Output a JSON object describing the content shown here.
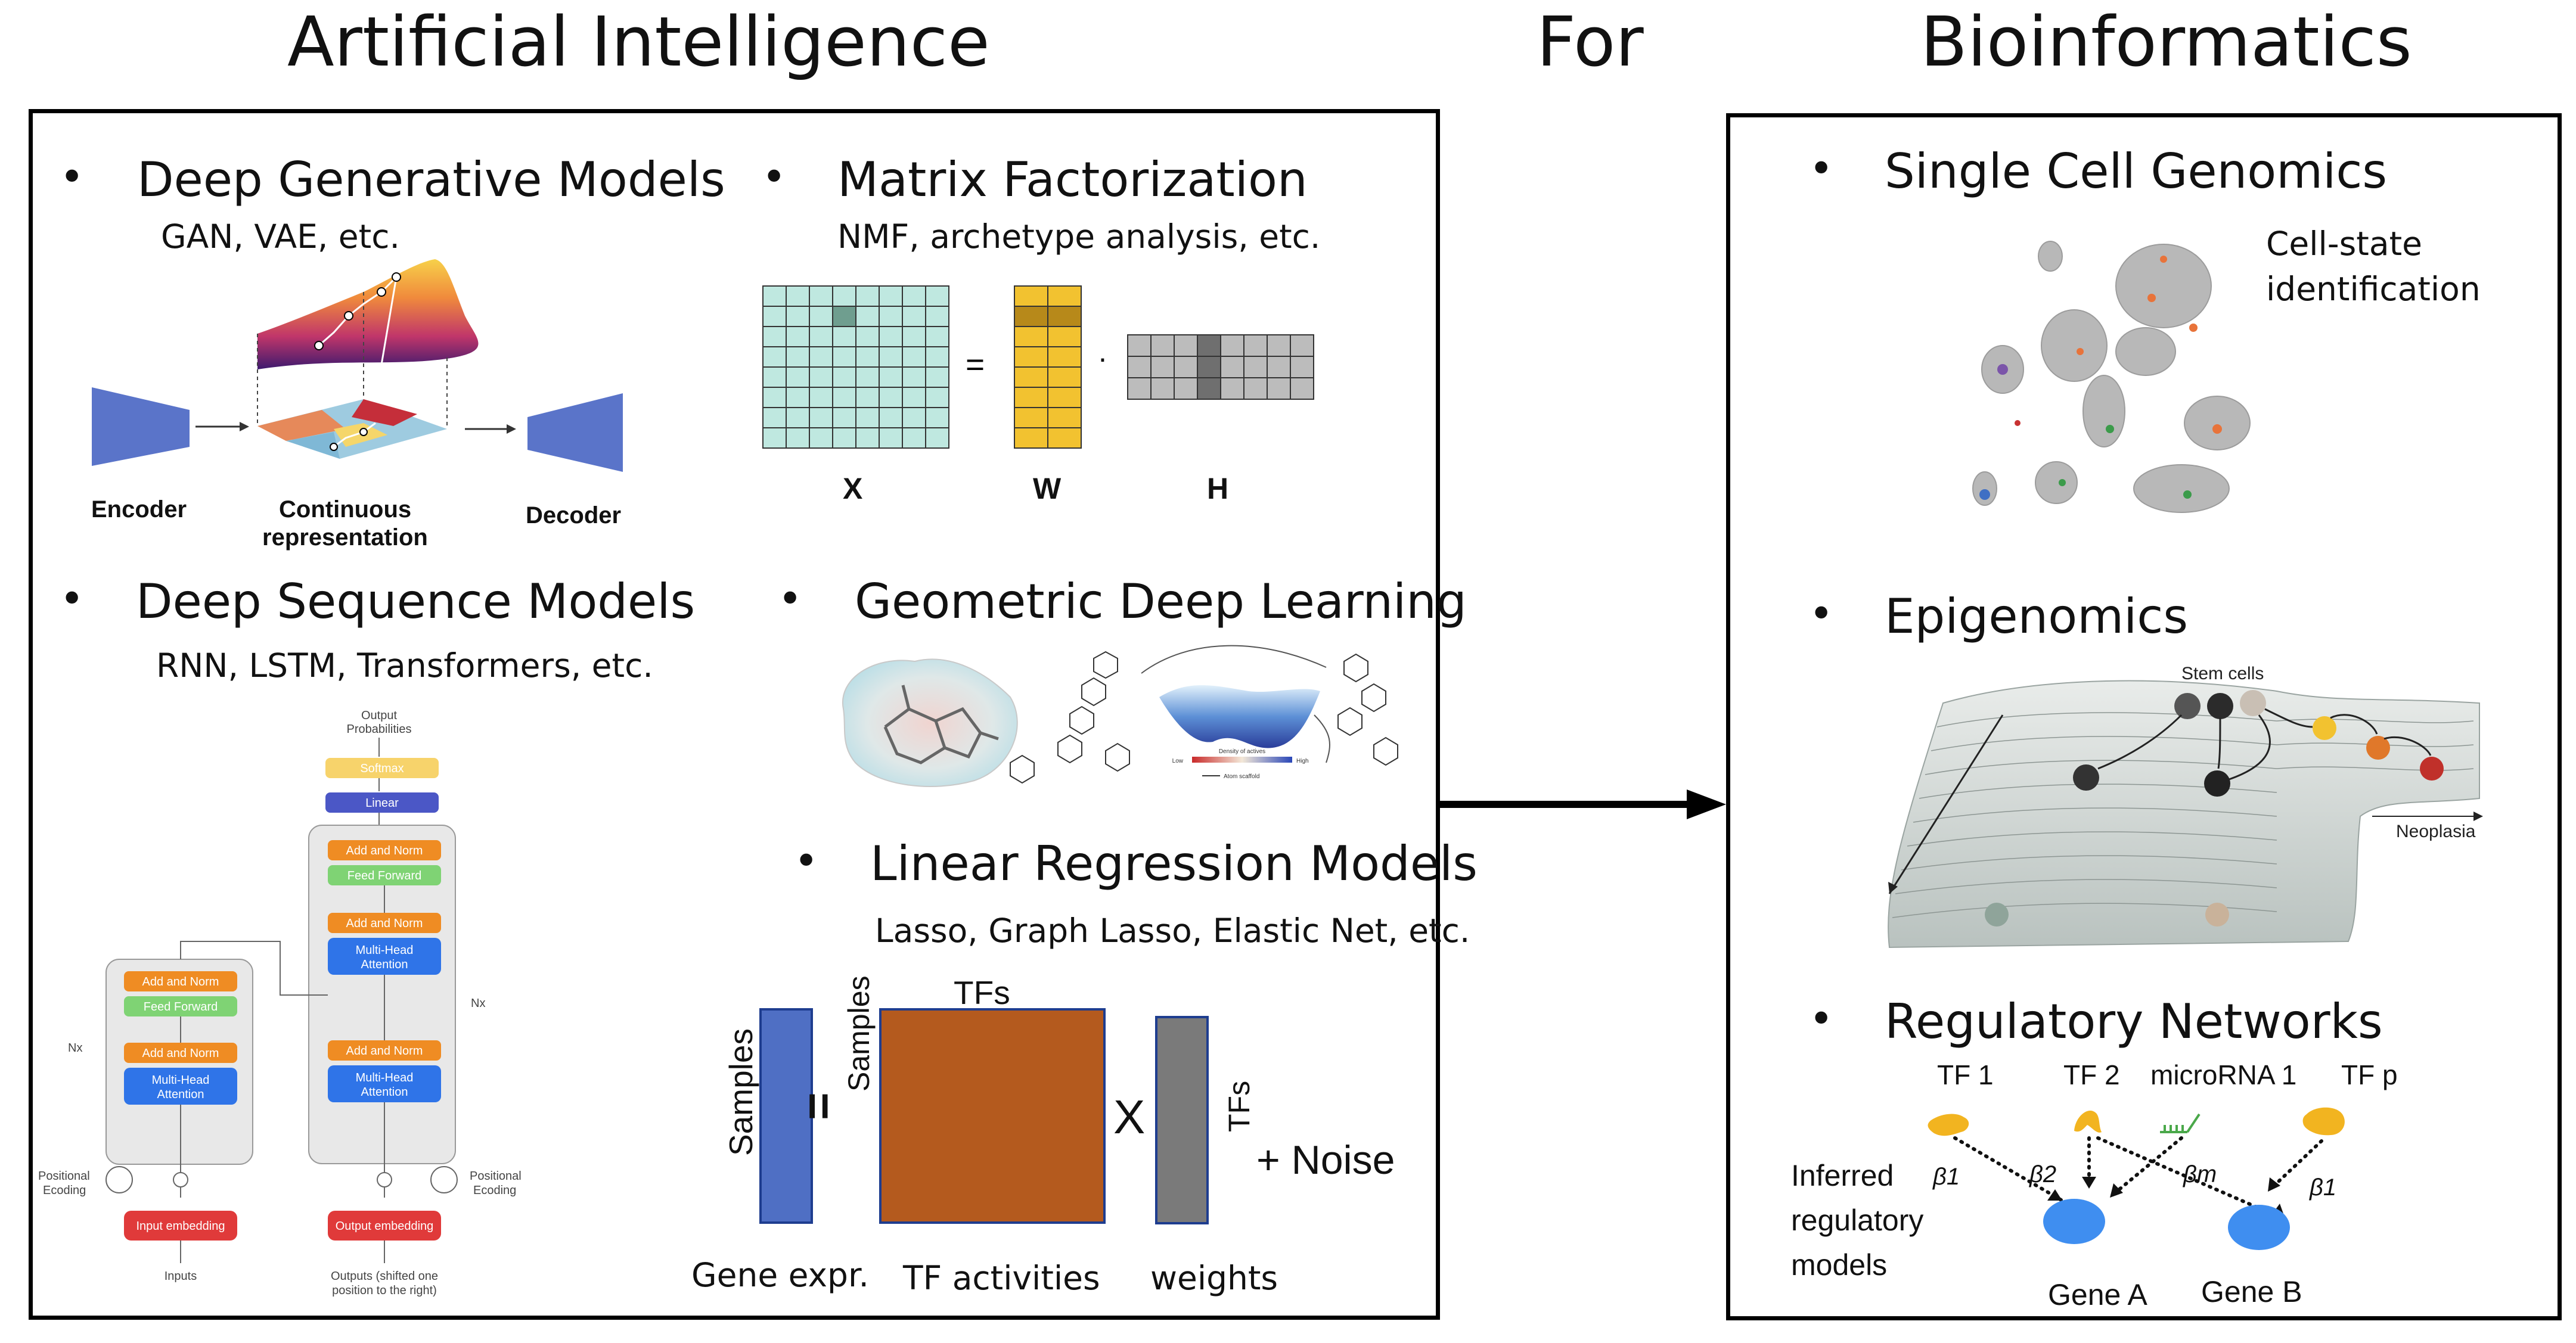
{
  "header": {
    "left": "Artificial Intelligence",
    "middle": "For",
    "right": "Bioinformatics"
  },
  "ai": {
    "dgm": {
      "title": "Deep Generative Models",
      "subtitle": "GAN, VAE, etc.",
      "encoder": "Encoder",
      "continuous": [
        "Continuous",
        "representation"
      ],
      "decoder": "Decoder"
    },
    "mf": {
      "title": "Matrix Factorization",
      "subtitle": "NMF, archetype analysis, etc.",
      "x": "X",
      "w": "W",
      "h": "H",
      "eq": "=",
      "dot": "·",
      "colors": {
        "x": "#bfe8e0",
        "w": "#f2c230",
        "h": "#bcbcbc"
      }
    },
    "dsm": {
      "title": "Deep Sequence Models",
      "subtitle": "RNN, LSTM, Transformers, etc.",
      "transformer": {
        "output_probs": [
          "Output",
          "Probabilities"
        ],
        "softmax": "Softmax",
        "linear": "Linear",
        "add_norm": "Add and Norm",
        "feed_forward": "Feed Forward",
        "multi_head": [
          "Multi-Head",
          "Attention"
        ],
        "nx": "Nx",
        "positional": [
          "Positional",
          "Ecoding"
        ],
        "input_embedding": "Input embedding",
        "output_embedding": "Output embedding",
        "inputs": "Inputs",
        "outputs": [
          "Outputs (shifted one",
          "position to the right)"
        ]
      }
    },
    "gdl": {
      "title": "Geometric Deep Learning",
      "legend_title": "Density of actives",
      "legend_low": "Low",
      "legend_high": "High",
      "legend_atom": "Atom scaffold"
    },
    "lrm": {
      "title": "Linear Regression Models",
      "subtitle": "Lasso, Graph Lasso, Elastic Net, etc.",
      "samples_left": "Samples",
      "eq": "=",
      "samples_mid": "Samples",
      "tfs_top": "TFs",
      "x": "X",
      "tfs_right": "TFs",
      "noise": "+ Noise",
      "gene_expr": "Gene expr.",
      "tf_activities": "TF activities",
      "weights": "weights",
      "colors": {
        "gene": "#4f6fc4",
        "tf": "#b45a1e",
        "weights": "#7a7a7a"
      }
    }
  },
  "bio": {
    "scg": {
      "title": "Single Cell Genomics",
      "note": [
        "Cell-state",
        "identification"
      ]
    },
    "epi": {
      "title": "Epigenomics",
      "stem": "Stem cells",
      "neoplasia": "Neoplasia"
    },
    "rn": {
      "title": "Regulatory Networks",
      "tf1": "TF 1",
      "tf2": "TF 2",
      "mirna": "microRNA 1",
      "tfp": "TF p",
      "inferred": [
        "Inferred",
        "regulatory",
        "models"
      ],
      "b1a": "β1",
      "b2": "β2",
      "bm": "βm",
      "b1b": "β1",
      "gene_a": "Gene A",
      "gene_b": "Gene B"
    }
  },
  "bullet": "•"
}
